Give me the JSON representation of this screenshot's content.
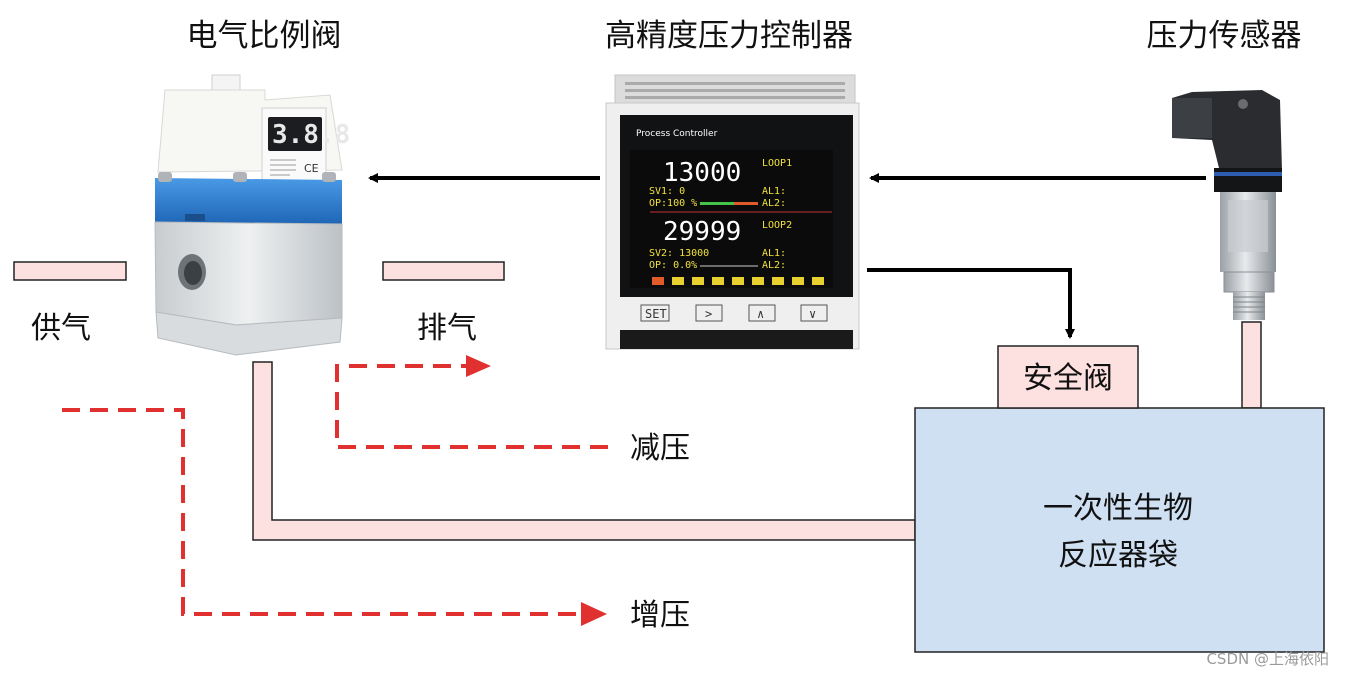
{
  "devices": {
    "valve": {
      "label": "电气比例阀",
      "display": "3.8.8",
      "ce_mark": "CE"
    },
    "controller": {
      "label": "高精度压力控制器",
      "panel_title": "Process Controller",
      "loop1": {
        "pv": "13000",
        "name": "LOOP1",
        "sv": "SV1: 0",
        "op": "OP:100 %",
        "al1": "AL1:",
        "al2": "AL2:"
      },
      "loop2": {
        "pv": "29999",
        "name": "LOOP2",
        "sv": "SV2: 13000",
        "op": "OP: 0.0%",
        "al1": "AL1:",
        "al2": "AL2:"
      },
      "keys": [
        "SET",
        ">",
        "∧",
        "∨"
      ]
    },
    "sensor": {
      "label": "压力传感器"
    }
  },
  "ports": {
    "supply": "供气",
    "exhaust": "排气"
  },
  "safety_valve": "安全阀",
  "reactor": {
    "line1": "一次性生物",
    "line2": "反应器袋"
  },
  "flows": {
    "decrease": "减压",
    "increase": "增压"
  },
  "colors": {
    "pipe_fill": "#fde0e0",
    "dashed_arrow": "#e03030",
    "reactor_fill": "#cfe0f3",
    "valve_blue": "#2e7fd0"
  },
  "watermark": "CSDN @上海依阳"
}
